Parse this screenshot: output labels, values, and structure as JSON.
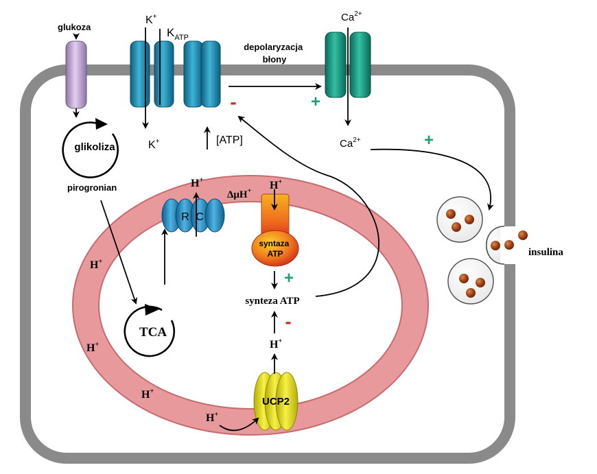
{
  "labels": {
    "glucose": "glukoza",
    "k_out": "K",
    "k_out_sup": "+",
    "katp_main": "K",
    "katp_sub": "ATP",
    "depol_line1": "depolaryzacja",
    "depol_line2": "błony",
    "ca_out": "Ca",
    "ca_out_sup": "2+",
    "k_in": "K",
    "k_in_sup": "+",
    "atp_level": "[ATP]",
    "ca_in": "Ca",
    "ca_in_sup": "2+",
    "glycolysis": "glikoliza",
    "pyruvate": "pirogronian",
    "h_rc": "H",
    "h_rc_sup": "+",
    "delta_mu_h": "ΔμH",
    "delta_mu_h_sup": "+",
    "h_synthase": "H",
    "h_synthase_sup": "+",
    "rc_r": "R",
    "rc_c": "C",
    "synthase_line1": "syntaza",
    "synthase_line2": "ATP",
    "atp_synthesis": "synteza ATP",
    "h_left_1": "H",
    "h_left_1_sup": "+",
    "h_left_2": "H",
    "h_left_2_sup": "+",
    "h_left_3": "H",
    "h_left_3_sup": "+",
    "h_ucp_up": "H",
    "h_ucp_up_sup": "+",
    "h_ucp_in": "H",
    "h_ucp_in_sup": "+",
    "tca": "TCA",
    "ucp2": "UCP2",
    "insulin": "insulina"
  },
  "signs": {
    "minus_katp": "-",
    "plus_ca_channel": "+",
    "plus_ca_secretion": "+",
    "plus_synthase": "+",
    "minus_synthesis": "-"
  },
  "colors": {
    "cell_membrane": "#8a8a8a",
    "mito_membrane": "#e8999c",
    "glut_transporter": "#c4a8d8",
    "katp_channel": "#1a86ad",
    "ca_channel": "#1a9a84",
    "respiratory_chain": "#2a8fc4",
    "atp_synthase_top": "#f3a21d",
    "atp_synthase_bottom": "#e0341e",
    "ucp2": "#e8e018",
    "insulin_granule": "#a8461a",
    "plus_sign": "#1f9e6f",
    "minus_sign": "#d22a2a"
  }
}
